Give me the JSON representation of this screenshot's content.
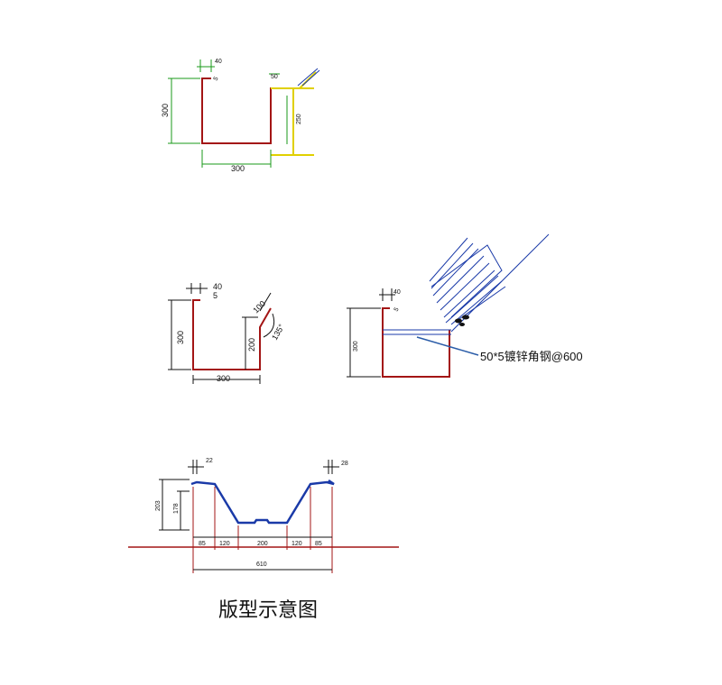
{
  "colors": {
    "profile": "#a31515",
    "dimension": "#1a9a1a",
    "support": "#e0d000",
    "panel": "#1a3aa8",
    "leader": "#2a5ca8",
    "ground": "#a31515",
    "text": "#111111"
  },
  "detail1": {
    "top_left_dim": "40",
    "small_dim": "5",
    "height_dim": "300",
    "bottom_dim": "300",
    "right_top_dim": "50",
    "support_dim": "250"
  },
  "detail2": {
    "top_left_dim": "40",
    "small_dim": "5",
    "height_dim": "300",
    "bottom_dim": "300",
    "inner_height_dim": "200",
    "flange_dim": "100",
    "angle_dim": "135°"
  },
  "detail3": {
    "top_left_dim": "40",
    "small_dim": "5",
    "height_dim": "300",
    "note": "50*5镀锌角钢@600"
  },
  "panel_profile": {
    "left_lip_dim": "22",
    "right_lip_dim": "28",
    "total_height_dim": "203",
    "rib_height_dim": "178",
    "segments": [
      "85",
      "120",
      "200",
      "120",
      "85"
    ],
    "total_width_dim": "610"
  },
  "caption": "版型示意图"
}
